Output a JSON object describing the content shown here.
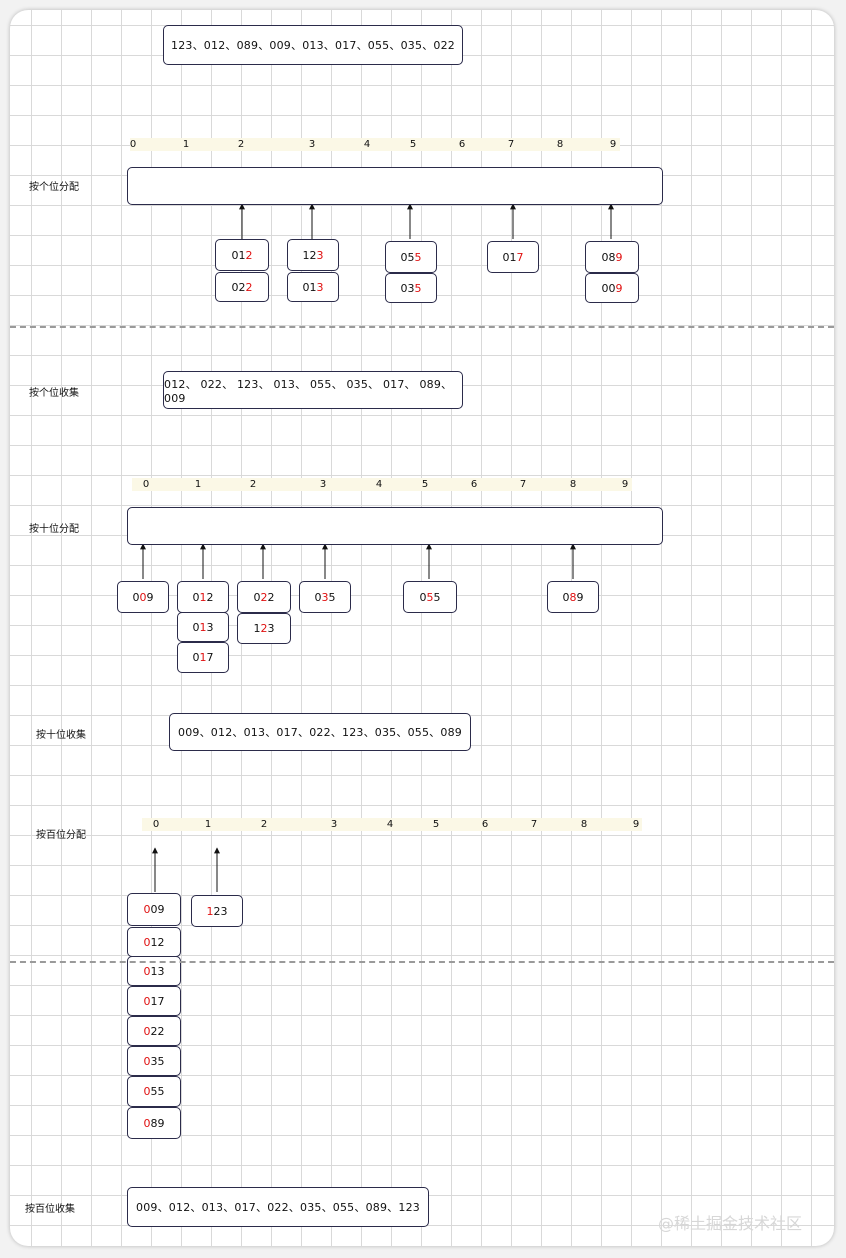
{
  "sequences": {
    "initial": "123、012、089、009、013、017、055、035、022",
    "after_ones": "012、 022、 123、 013、 055、 035、 017、 089、 009",
    "after_tens": "009、012、013、017、022、123、035、055、089",
    "after_hundreds": "009、012、013、017、022、035、055、089、123"
  },
  "labels": {
    "ones_distribute": "按个位分配",
    "ones_collect": "按个位收集",
    "tens_distribute": "按十位分配",
    "tens_collect": "按十位收集",
    "hundreds_distribute": "按百位分配",
    "hundreds_collect": "按百位收集"
  },
  "bucket_indices": [
    "0",
    "1",
    "2",
    "3",
    "4",
    "5",
    "6",
    "7",
    "8",
    "9"
  ],
  "ones_stage": [
    {
      "bucket": "2",
      "items": [
        [
          "01",
          "2",
          ""
        ],
        [
          "02",
          "2",
          ""
        ]
      ]
    },
    {
      "bucket": "3",
      "items": [
        [
          "12",
          "3",
          ""
        ],
        [
          "01",
          "3",
          ""
        ]
      ]
    },
    {
      "bucket": "5",
      "items": [
        [
          "05",
          "5",
          ""
        ],
        [
          "03",
          "5",
          ""
        ]
      ]
    },
    {
      "bucket": "7",
      "items": [
        [
          "01",
          "7",
          ""
        ]
      ]
    },
    {
      "bucket": "9",
      "items": [
        [
          "08",
          "9",
          ""
        ],
        [
          "00",
          "9",
          ""
        ]
      ]
    }
  ],
  "tens_stage": [
    {
      "bucket": "0",
      "items": [
        [
          "0",
          "0",
          "9"
        ]
      ]
    },
    {
      "bucket": "1",
      "items": [
        [
          "0",
          "1",
          "2"
        ],
        [
          "0",
          "1",
          "3"
        ],
        [
          "0",
          "1",
          "7"
        ]
      ]
    },
    {
      "bucket": "2",
      "items": [
        [
          "0",
          "2",
          "2"
        ],
        [
          "1",
          "2",
          "3"
        ]
      ]
    },
    {
      "bucket": "3",
      "items": [
        [
          "0",
          "3",
          "5"
        ]
      ]
    },
    {
      "bucket": "5",
      "items": [
        [
          "0",
          "5",
          "5"
        ]
      ]
    },
    {
      "bucket": "8",
      "items": [
        [
          "0",
          "8",
          "9"
        ]
      ]
    }
  ],
  "hundreds_stage": [
    {
      "bucket": "0",
      "items": [
        [
          "",
          "0",
          "09"
        ],
        [
          "",
          "0",
          "12"
        ],
        [
          "",
          "0",
          "13"
        ],
        [
          "",
          "0",
          "17"
        ],
        [
          "",
          "0",
          "22"
        ],
        [
          "",
          "0",
          "35"
        ],
        [
          "",
          "0",
          "55"
        ],
        [
          "",
          "0",
          "89"
        ]
      ]
    },
    {
      "bucket": "1",
      "items": [
        [
          "",
          "1",
          "23"
        ]
      ]
    }
  ],
  "colors": {
    "highlight_digit": "#e01010",
    "box_border": "#2b2b4a",
    "index_band": "#fbf8e6"
  },
  "watermark": "@稀土掘金技术社区"
}
